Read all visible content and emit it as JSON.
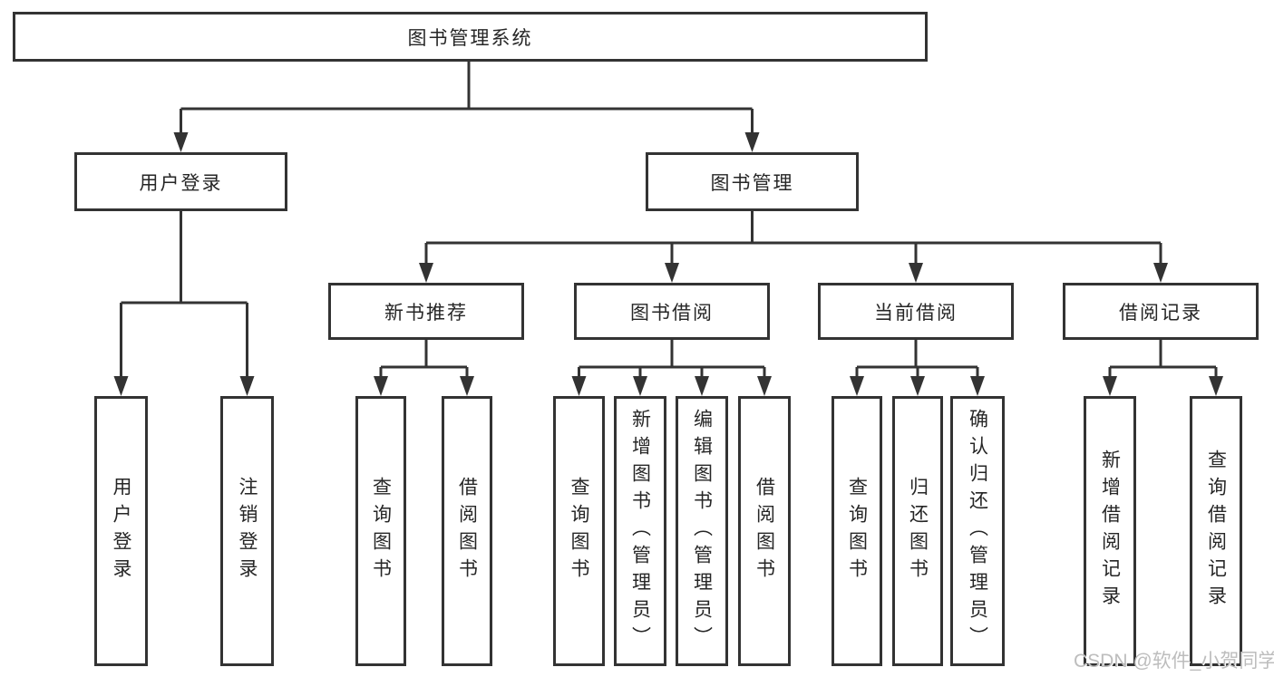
{
  "diagram": {
    "root": {
      "label": "图书管理系统"
    },
    "level2": [
      {
        "label": "用户登录"
      },
      {
        "label": "图书管理"
      }
    ],
    "level3": [
      {
        "label": "新书推荐"
      },
      {
        "label": "图书借阅"
      },
      {
        "label": "当前借阅"
      },
      {
        "label": "借阅记录"
      }
    ],
    "leaves": {
      "user_login": [
        "用户登录",
        "注销登录"
      ],
      "new_book_recommend": [
        "查询图书",
        "借阅图书"
      ],
      "book_borrow": [
        "查询图书",
        "新增图书（管理员）",
        "编辑图书（管理员）",
        "借阅图书"
      ],
      "current_borrow": [
        "查询图书",
        "归还图书",
        "确认归还（管理员）"
      ],
      "borrow_record": [
        "新增借阅记录",
        "查询借阅记录"
      ]
    }
  },
  "watermark": "CSDN @软件_小贺同学",
  "colors": {
    "line": "#333333",
    "box_border": "#333333",
    "text": "#262626",
    "watermark": "#bdbdbd",
    "background": "#ffffff"
  }
}
